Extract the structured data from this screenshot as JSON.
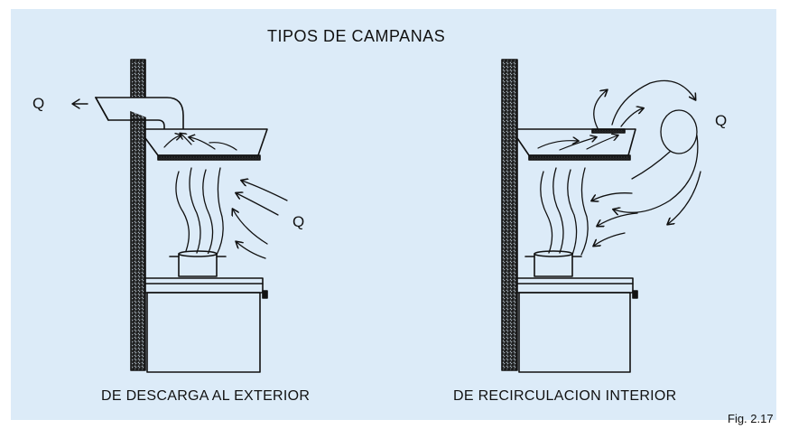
{
  "title": "TIPOS DE CAMPANAS",
  "captions": {
    "left": "DE DESCARGA AL EXTERIOR",
    "right": "DE RECIRCULACION INTERIOR"
  },
  "flow_labels": {
    "left_outlet": "Q",
    "left_inlet": "Q",
    "right_flow": "Q"
  },
  "figure_label": "Fig. 2.17",
  "colors": {
    "background": "#dcebf8",
    "line": "#111111"
  }
}
